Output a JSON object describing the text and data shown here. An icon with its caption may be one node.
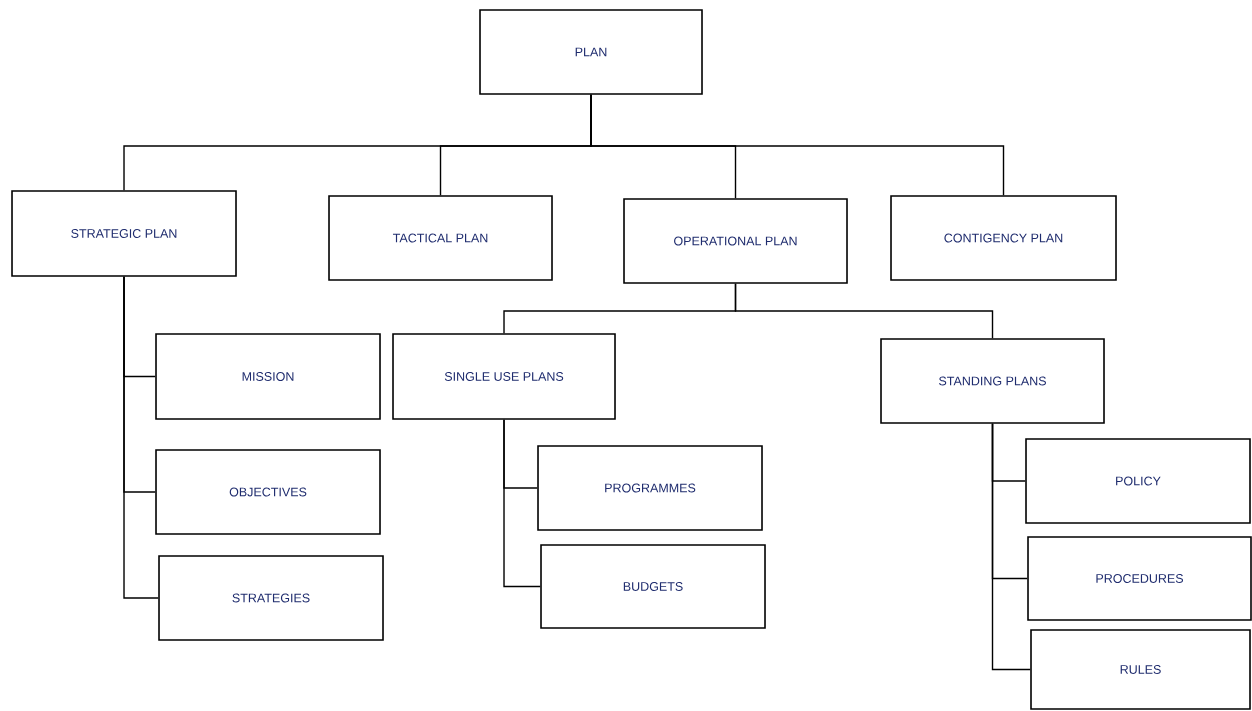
{
  "diagram": {
    "nodes": [
      {
        "text": [
          "PLAN"
        ]
      },
      {
        "text": [
          "STRATEGIC PLAN"
        ]
      },
      {
        "text": [
          "TACTICAL PLAN"
        ]
      },
      {
        "text": [
          "OPERATIONAL PLAN"
        ]
      },
      {
        "text": [
          "CONTIGENCY PLAN"
        ]
      },
      {
        "text": [
          "MISSION"
        ]
      },
      {
        "text": [
          "SINGLE USE PLANS"
        ]
      },
      {
        "text": [
          "STANDING PLANS"
        ]
      },
      {
        "text": [
          "OBJECTIVES"
        ]
      },
      {
        "text": [
          "PROGRAMMES"
        ]
      },
      {
        "text": [
          "POLICY"
        ]
      },
      {
        "text": [
          "STRATEGIES"
        ]
      },
      {
        "text": [
          "BUDGETS"
        ]
      },
      {
        "text": [
          "PROCEDURES"
        ]
      },
      {
        "text": [
          "RULES"
        ]
      }
    ],
    "edges": [
      {
        "from": 0,
        "to": 1,
        "arrow": "none"
      },
      {
        "from": 0,
        "to": 2,
        "arrow": "none"
      },
      {
        "from": 0,
        "to": 3,
        "arrow": "none"
      },
      {
        "from": 0,
        "to": 4,
        "arrow": "none"
      },
      {
        "from": 1,
        "to": 5,
        "arrow": "none"
      },
      {
        "from": 1,
        "to": 8,
        "arrow": "none"
      },
      {
        "from": 1,
        "to": 11,
        "arrow": "none"
      },
      {
        "from": 3,
        "to": 6,
        "arrow": "none"
      },
      {
        "from": 3,
        "to": 7,
        "arrow": "none"
      },
      {
        "from": 6,
        "to": 9,
        "arrow": "none"
      },
      {
        "from": 6,
        "to": 12,
        "arrow": "none"
      },
      {
        "from": 7,
        "to": 10,
        "arrow": "none"
      },
      {
        "from": 7,
        "to": 13,
        "arrow": "none"
      },
      {
        "from": 7,
        "to": 14,
        "arrow": "none"
      }
    ]
  }
}
